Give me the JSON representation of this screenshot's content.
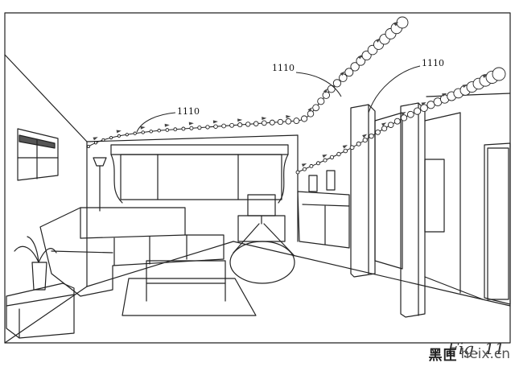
{
  "diagram": {
    "reference_labels": [
      "1110",
      "1110",
      "1110"
    ],
    "figure_label": "Fig. 11"
  },
  "watermark": {
    "cjk": "黑匣",
    "domain": "heix.cn"
  },
  "colors": {
    "line": "#222222",
    "background": "#ffffff"
  }
}
